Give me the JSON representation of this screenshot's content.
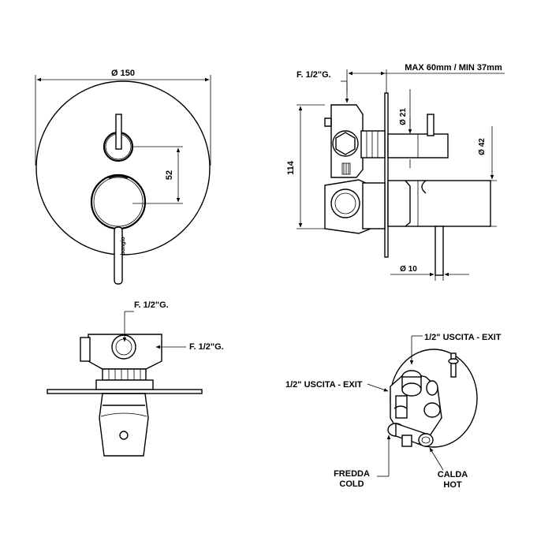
{
  "front_view": {
    "diameter_label": "Ø 150",
    "height_label": "52",
    "logo_text": "bongio"
  },
  "side_view": {
    "thread_label": "F. 1/2\"G.",
    "depth_label": "MAX 60mm / MIN 37mm",
    "d21_label": "Ø 21",
    "d42_label": "Ø 42",
    "height_label": "114",
    "d10_label": "Ø 10"
  },
  "top_view": {
    "thread_top_label": "F. 1/2\"G.",
    "thread_right_label": "F. 1/2\"G."
  },
  "iso_view": {
    "exit_top_label": "1/2\" USCITA - EXIT",
    "exit_left_label": "1/2\" USCITA - EXIT",
    "cold_label_it": "FREDDA",
    "cold_label_en": "COLD",
    "hot_label_it": "CALDA",
    "hot_label_en": "HOT"
  }
}
